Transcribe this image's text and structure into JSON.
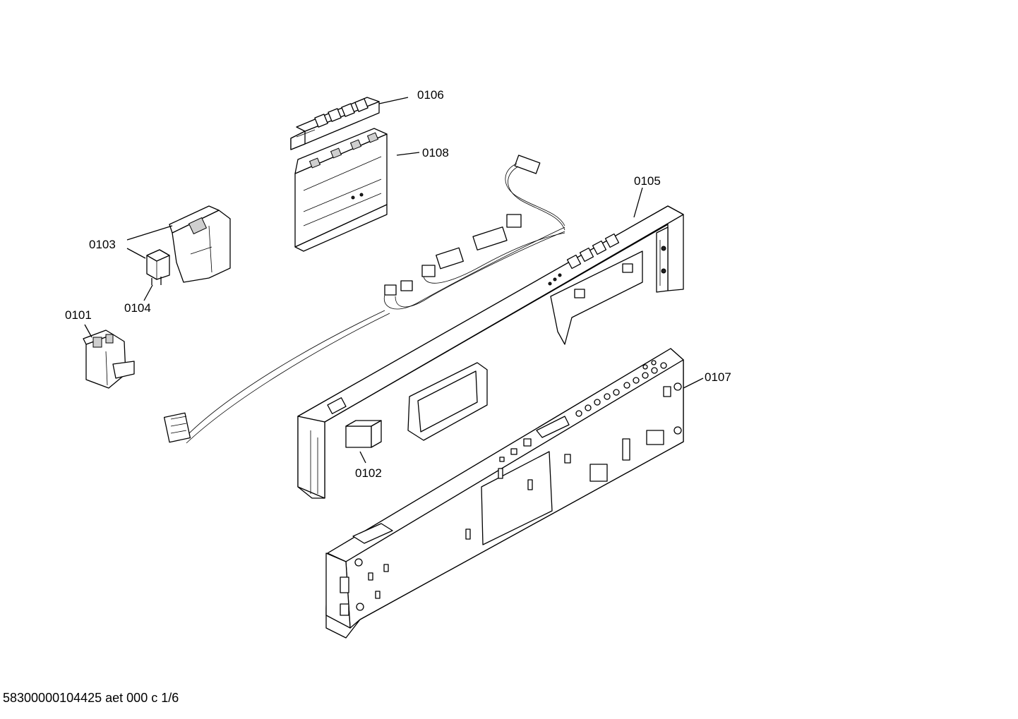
{
  "labels": {
    "p0101": "0101",
    "p0102": "0102",
    "p0103": "0103",
    "p0104": "0104",
    "p0105": "0105",
    "p0106": "0106",
    "p0107": "0107",
    "p0108": "0108"
  },
  "footer": {
    "drawing_code": "58300000104425 aet 000 c 1/6"
  }
}
